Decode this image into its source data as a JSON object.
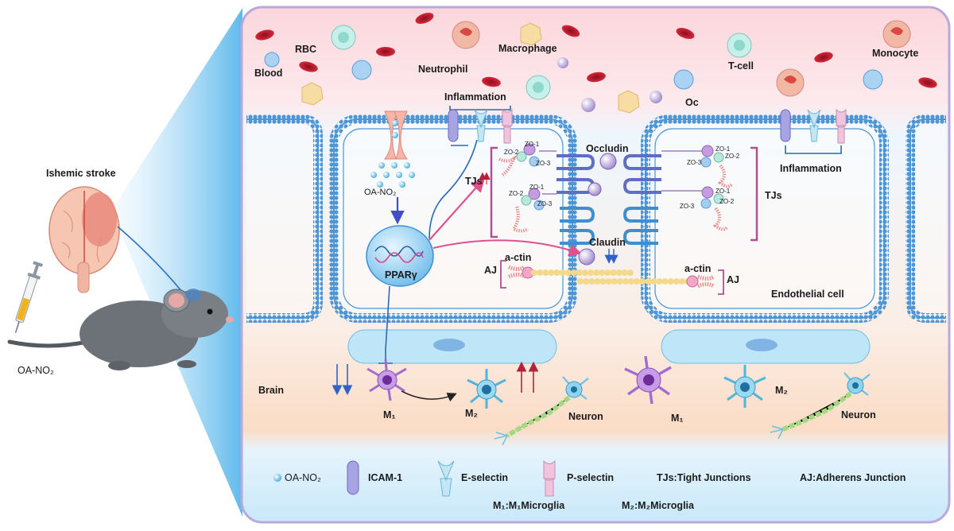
{
  "left_panel": {
    "ischemic_stroke_label": "Ishemic stroke",
    "drug_label": "OA-NO₂"
  },
  "blood": {
    "zone_label": "Blood",
    "cells": {
      "rbc": "RBC",
      "neutrophil": "Neutrophil",
      "macrophage": "Macrophage",
      "t_cell": "T-cell",
      "monocyte": "Monocyte",
      "oc": "Oc"
    }
  },
  "left_cell": {
    "inflammation": "Inflammation",
    "oa_no2": "OA-NO₂",
    "pparg": "PPARγ",
    "tjs": "TJs",
    "aj": "AJ",
    "actin": "a-ctin",
    "zo1": "ZO-1",
    "zo2": "ZO-2",
    "zo3": "ZO-3"
  },
  "junction": {
    "occludin": "Occludin",
    "claudin": "Claudin"
  },
  "right_cell": {
    "inflammation": "Inflammation",
    "tjs": "TJs",
    "aj": "AJ",
    "actin": "a-ctin",
    "endothelial": "Endothelial cell",
    "zo1": "ZO-1",
    "zo2": "ZO-2",
    "zo3": "ZO-3"
  },
  "brain": {
    "zone_label": "Brain",
    "m1": "M₁",
    "m2": "M₂",
    "neuron": "Neuron"
  },
  "legend": {
    "oa_no2": "OA-NO₂",
    "icam": "ICAM-1",
    "e_selectin": "E-selectin",
    "p_selectin": "P-selectin",
    "tjs": "TJs:Tight Junctions",
    "aj": "AJ:Adherens Junction",
    "m1": "M₁:M₁Microglia",
    "m2": "M₂:M₂Microglia"
  },
  "colors": {
    "membrane": "#5a9fdc",
    "membrane_light": "#a9d4f5",
    "pink_arrow": "#e0508c",
    "blue_arrow": "#2f63c8",
    "red_arrow": "#b3213a",
    "tj_bracket": "#b2508f"
  }
}
